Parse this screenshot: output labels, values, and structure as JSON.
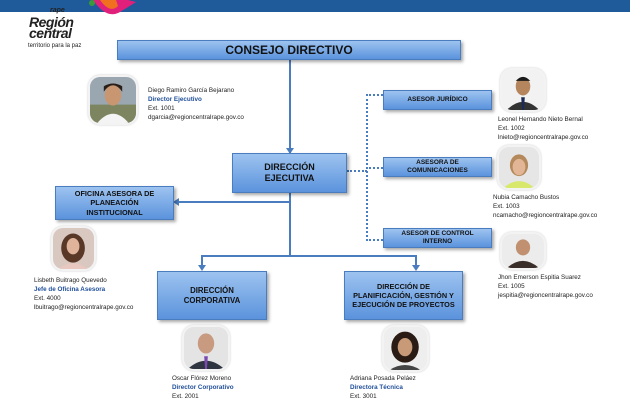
{
  "logo": {
    "line1": "rape",
    "line2": "Región central",
    "line3": "territorio para la paz"
  },
  "boxes": {
    "consejo": "CONSEJO DIRECTIVO",
    "ejecutiva": "DIRECCIÓN EJECUTIVA",
    "juridico": "ASESOR JURÍDICO",
    "comunicaciones": "ASESORA DE COMUNICACIONES",
    "control": "ASESOR DE CONTROL INTERNO",
    "planeacion": "OFICINA ASESORA DE PLANEACIÓN INSTITUCIONAL",
    "corporativa": "DIRECCIÓN CORPORATIVA",
    "planificacion": "DIRECCIÓN DE PLANIFICACIÓN, GESTIÓN Y EJECUCIÓN DE PROYECTOS"
  },
  "people": {
    "diego": {
      "name": "Diego Ramiro García Bejarano",
      "role": "Director Ejecutivo",
      "ext": "Ext. 1001",
      "email": "dgarcia@regioncentralrape.gov.co"
    },
    "leonel": {
      "name": "Leonel Hernando Nieto Bernal",
      "ext": "Ext. 1002",
      "email": "lnieto@regioncentralrape.gov.co"
    },
    "nubia": {
      "name": "Nubia Camacho Bustos",
      "ext": "Ext. 1003",
      "email": "ncamacho@regioncentralrape.gov.co"
    },
    "jhon": {
      "name": "Jhon Emerson Espitia Suarez",
      "ext": "Ext. 1005",
      "email": "jespitia@regioncentralrape.gov.co"
    },
    "lisbeth": {
      "name": "Lisbeth Buitrago Quevedo",
      "role": "Jefe de Oficina Asesora",
      "ext": "Ext. 4000",
      "email": "lbuitrago@regioncentralrape.gov.co"
    },
    "oscar": {
      "name": "Oscar Flórez Moreno",
      "role": "Director Corporativo",
      "ext": "Ext. 2001"
    },
    "adriana": {
      "name": "Adriana Posada Peláez",
      "role": "Directora Técnica",
      "ext": "Ext. 3001"
    }
  },
  "colors": {
    "topbar": "#1f5a9a",
    "box": "#5b93dc",
    "connector": "#4a7cc0",
    "role": "#1f4e99"
  }
}
